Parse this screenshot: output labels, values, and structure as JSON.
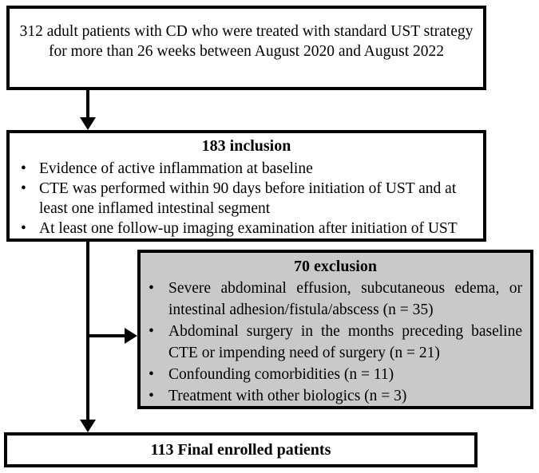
{
  "bullet_char": "•",
  "colors": {
    "border": "#000000",
    "text": "#000000",
    "exclusion_fill": "#c9c9c9",
    "background": "#ffffff"
  },
  "top_box": {
    "lines": [
      "312 adult patients with CD who were treated with standard UST strategy",
      "for more than 26 weeks between August 2020 and August 2022"
    ]
  },
  "inclusion": {
    "title": "183 inclusion",
    "bullets": [
      {
        "lines": [
          "Evidence of active inflammation at baseline"
        ]
      },
      {
        "lines": [
          "CTE was performed within 90 days before initiation of UST and at",
          "least one inflamed intestinal segment"
        ]
      },
      {
        "lines": [
          "At least one follow-up imaging examination after initiation of UST"
        ]
      }
    ]
  },
  "exclusion": {
    "title": "70 exclusion",
    "bullets": [
      {
        "lines": [
          "Severe abdominal effusion, subcutaneous edema, or",
          "intestinal adhesion/fistula/abscess (n = 35)"
        ]
      },
      {
        "lines": [
          "Abdominal surgery in the months preceding baseline",
          "CTE or impending need of surgery (n = 21)"
        ]
      },
      {
        "lines": [
          "Confounding comorbidities (n = 11)"
        ]
      },
      {
        "lines": [
          "Treatment with other biologics (n = 3)"
        ]
      }
    ]
  },
  "final": {
    "title": "113 Final enrolled patients"
  }
}
